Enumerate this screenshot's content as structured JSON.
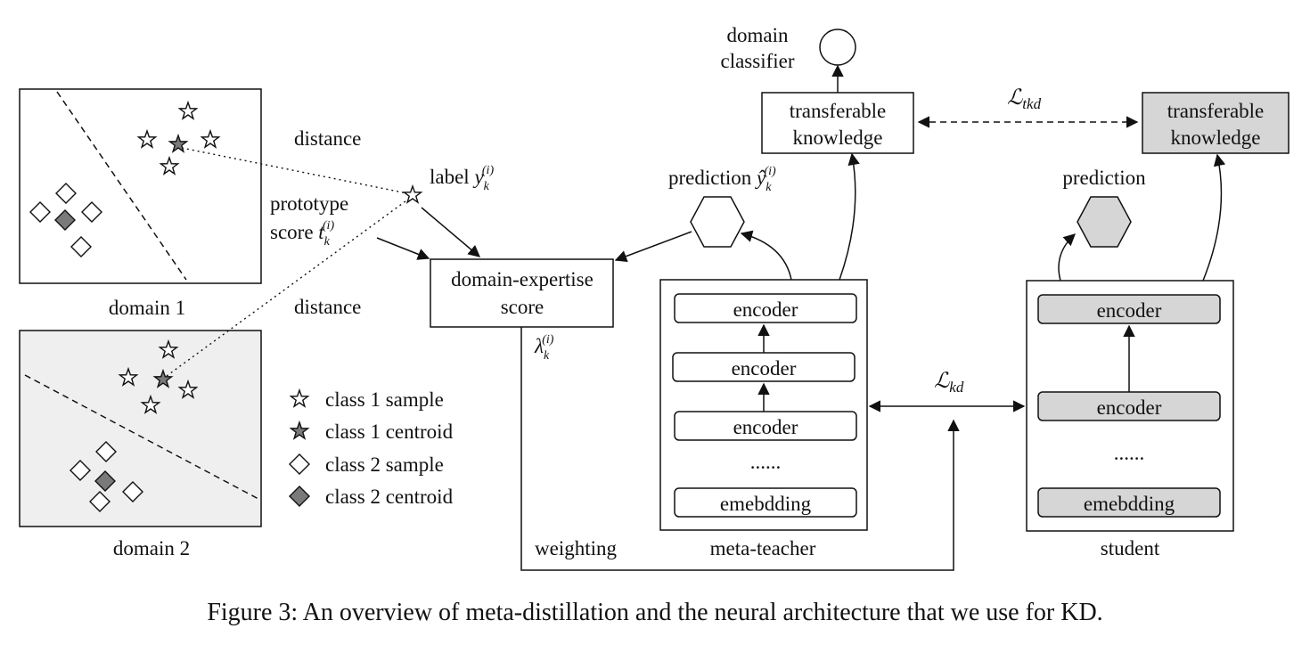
{
  "labels": {
    "domain_classifier_line1": "domain",
    "domain_classifier_line2": "classifier",
    "distance_top": "distance",
    "distance_bottom": "distance",
    "label_word": "label",
    "label_sym": "y",
    "label_sub": "k",
    "label_sup": "(i)",
    "prototype": "prototype",
    "score_word": "score",
    "score_sym": "t",
    "score_sub": "k",
    "score_sup": "(i)",
    "prediction_teacher": "prediction",
    "pred_sym": "ŷ",
    "pred_sub": "k",
    "pred_sup": "(i)",
    "prediction_student": "prediction",
    "lambda_sym": "λ",
    "lambda_sub": "k",
    "lambda_sup": "(i)",
    "domain1": "domain 1",
    "domain2": "domain 2",
    "weighting": "weighting",
    "meta_teacher": "meta-teacher",
    "student": "student",
    "l_tkd_main": "ℒ",
    "l_tkd_sub": "tkd",
    "l_kd_main": "ℒ",
    "l_kd_sub": "kd"
  },
  "boxes": {
    "tk_teacher_line1": "transferable",
    "tk_teacher_line2": "knowledge",
    "tk_student_line1": "transferable",
    "tk_student_line2": "knowledge",
    "des_line1": "domain-expertise",
    "des_line2": "score"
  },
  "teacher_layers": [
    "encoder",
    "encoder",
    "encoder",
    "......",
    "emebdding"
  ],
  "student_layers": [
    "encoder",
    "encoder",
    "......",
    "emebdding"
  ],
  "legend": [
    "class 1 sample",
    "class 1 centroid",
    "class 2 sample",
    "class 2 centroid"
  ],
  "caption": "Figure 3: An overview of meta-distillation and the neural architecture that we use for KD.",
  "colors": {
    "line": "#111111",
    "student_fill": "#d6d6d6",
    "domain2_bg": "#efefef",
    "centroid_fill": "#7a7a7a",
    "sample_fill": "#ffffff"
  }
}
